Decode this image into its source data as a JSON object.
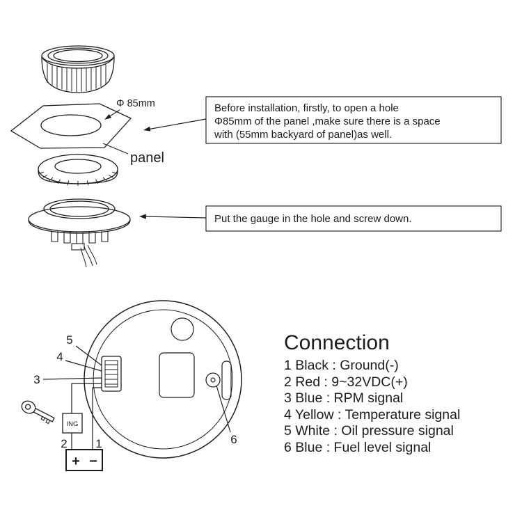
{
  "labels": {
    "hole_diameter": "Φ 85mm",
    "panel": "panel",
    "pin3": "3",
    "pin4": "4",
    "pin5": "5",
    "pin6": "6",
    "wire1": "1",
    "wire2": "2",
    "ignition": "ING",
    "battery_plus": "+",
    "battery_minus": "−"
  },
  "instructions": {
    "box1": {
      "line1": "Before installation, firstly, to open a hole",
      "line2": "Φ85mm of the panel ,make sure there is a space",
      "line3": "with (55mm backyard of panel)as well."
    },
    "box2": {
      "line1": "Put the gauge in the hole and screw down."
    }
  },
  "connection": {
    "title": "Connection",
    "items": [
      "1 Black : Ground(-)",
      "2 Red : 9~32VDC(+)",
      "3 Blue : RPM signal",
      "4 Yellow : Temperature  signal",
      "5 White : Oil pressure signal",
      "6 Blue : Fuel level signal"
    ]
  },
  "colors": {
    "line": "#1c1c1c",
    "background": "#ffffff"
  }
}
